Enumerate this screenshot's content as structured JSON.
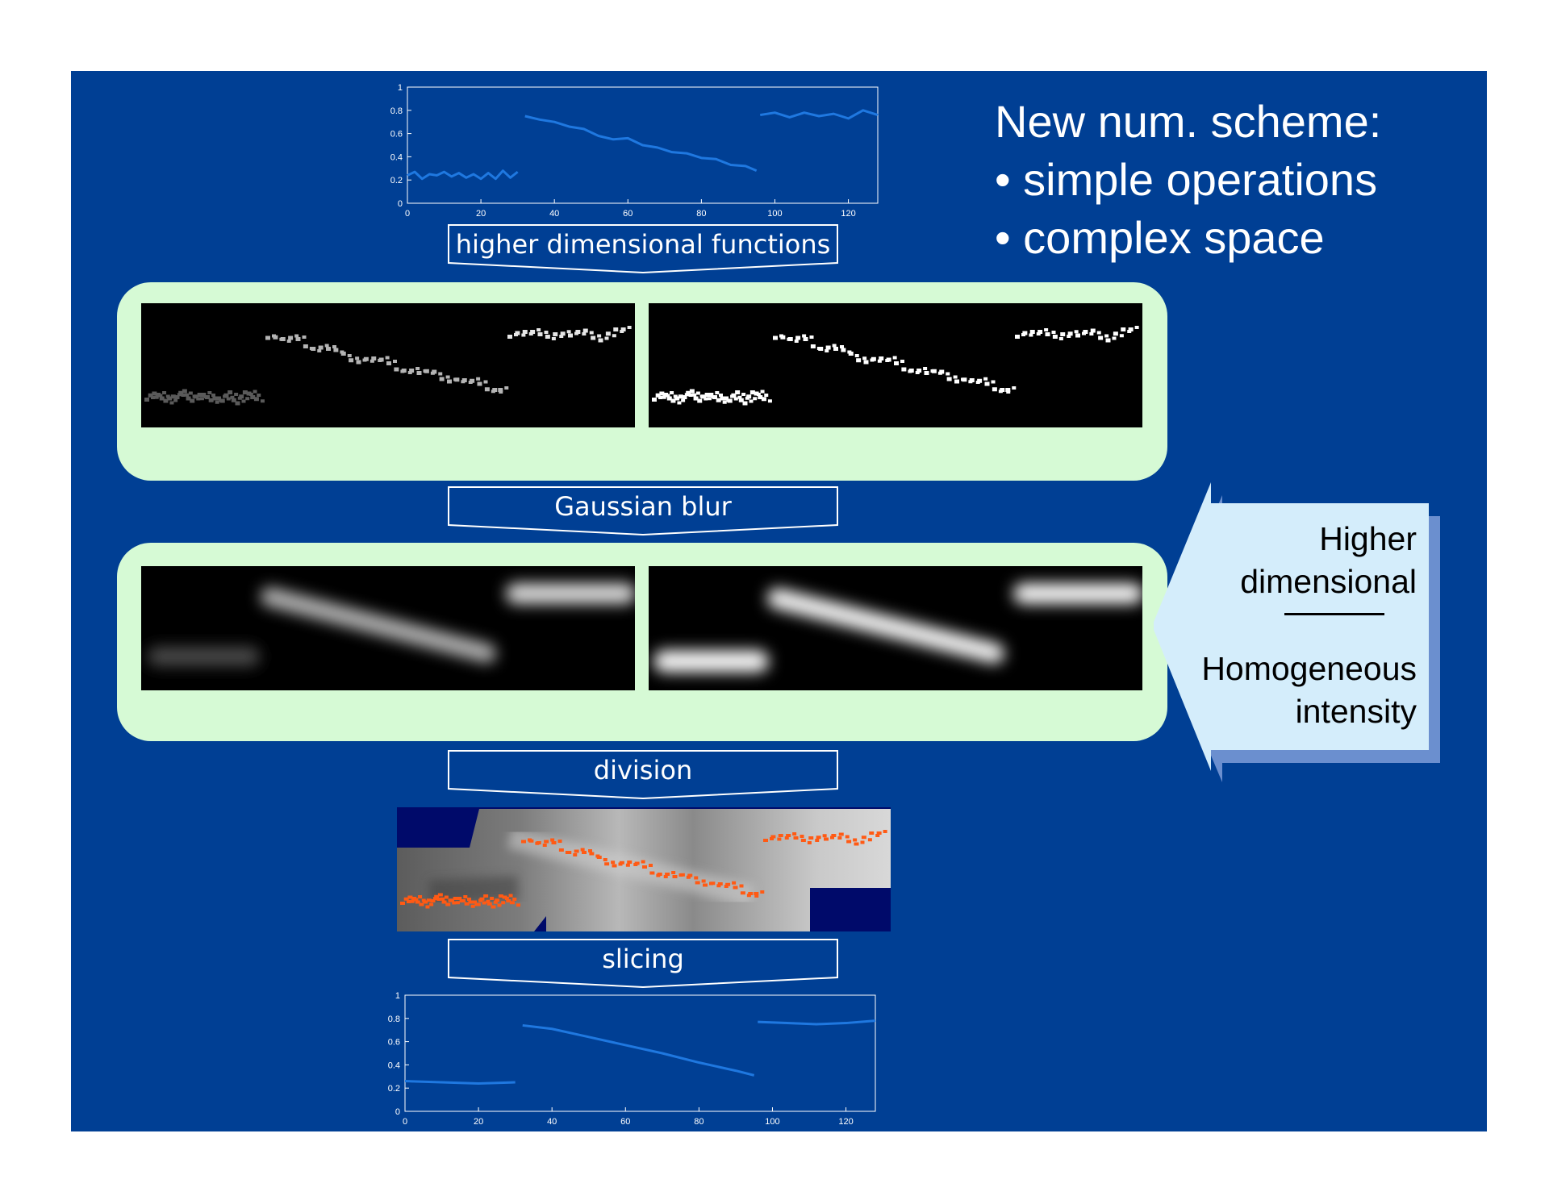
{
  "title": {
    "heading": "New num. scheme:",
    "bullets": [
      "simple operations",
      "complex space"
    ],
    "bullet_char": "•"
  },
  "labels": {
    "higher_dim": "higher dimensional functions",
    "blur": "Gaussian blur",
    "division": "division",
    "slicing": "slicing"
  },
  "callout": {
    "line1": "Higher",
    "line2": "dimensional",
    "line3": "Homogeneous",
    "line4": "intensity"
  },
  "colors": {
    "slide_bg": "#003f94",
    "panel_bg": "#d6fad5",
    "signal_line": "#1f78e0",
    "sample_points": "#ff5a14",
    "callout_bg": "#d4edfb"
  },
  "chart_data": [
    {
      "type": "line",
      "title": "",
      "xlabel": "",
      "ylabel": "",
      "xlim": [
        0,
        128
      ],
      "ylim": [
        0,
        1
      ],
      "xticks": [
        0,
        20,
        40,
        60,
        80,
        100,
        120
      ],
      "yticks": [
        0,
        0.2,
        0.4,
        0.6,
        0.8,
        1
      ],
      "series": [
        {
          "x": [
            0,
            2,
            4,
            6,
            8,
            10,
            12,
            14,
            16,
            18,
            20,
            22,
            24,
            26,
            28,
            30
          ],
          "y": [
            0.24,
            0.27,
            0.21,
            0.25,
            0.24,
            0.27,
            0.23,
            0.26,
            0.22,
            0.25,
            0.21,
            0.26,
            0.21,
            0.28,
            0.22,
            0.27
          ]
        },
        {
          "x": [
            32,
            36,
            40,
            44,
            48,
            52,
            56,
            60,
            64,
            68,
            72,
            76,
            80,
            84,
            88,
            92,
            95
          ],
          "y": [
            0.75,
            0.72,
            0.7,
            0.66,
            0.64,
            0.58,
            0.55,
            0.56,
            0.5,
            0.48,
            0.44,
            0.43,
            0.39,
            0.38,
            0.33,
            0.32,
            0.28
          ]
        },
        {
          "x": [
            96,
            100,
            104,
            108,
            112,
            116,
            120,
            124,
            128
          ],
          "y": [
            0.76,
            0.78,
            0.74,
            0.78,
            0.75,
            0.77,
            0.73,
            0.8,
            0.76
          ]
        }
      ]
    },
    {
      "type": "line",
      "title": "",
      "xlabel": "",
      "ylabel": "",
      "xlim": [
        0,
        128
      ],
      "ylim": [
        0,
        1
      ],
      "xticks": [
        0,
        20,
        40,
        60,
        80,
        100,
        120
      ],
      "yticks": [
        0,
        0.2,
        0.4,
        0.6,
        0.8,
        1
      ],
      "series": [
        {
          "x": [
            0,
            10,
            20,
            30
          ],
          "y": [
            0.26,
            0.25,
            0.24,
            0.25
          ]
        },
        {
          "x": [
            32,
            40,
            50,
            60,
            70,
            80,
            90,
            95
          ],
          "y": [
            0.74,
            0.71,
            0.64,
            0.57,
            0.5,
            0.42,
            0.35,
            0.31
          ]
        },
        {
          "x": [
            96,
            104,
            112,
            120,
            128
          ],
          "y": [
            0.77,
            0.76,
            0.75,
            0.76,
            0.78
          ]
        }
      ]
    }
  ]
}
